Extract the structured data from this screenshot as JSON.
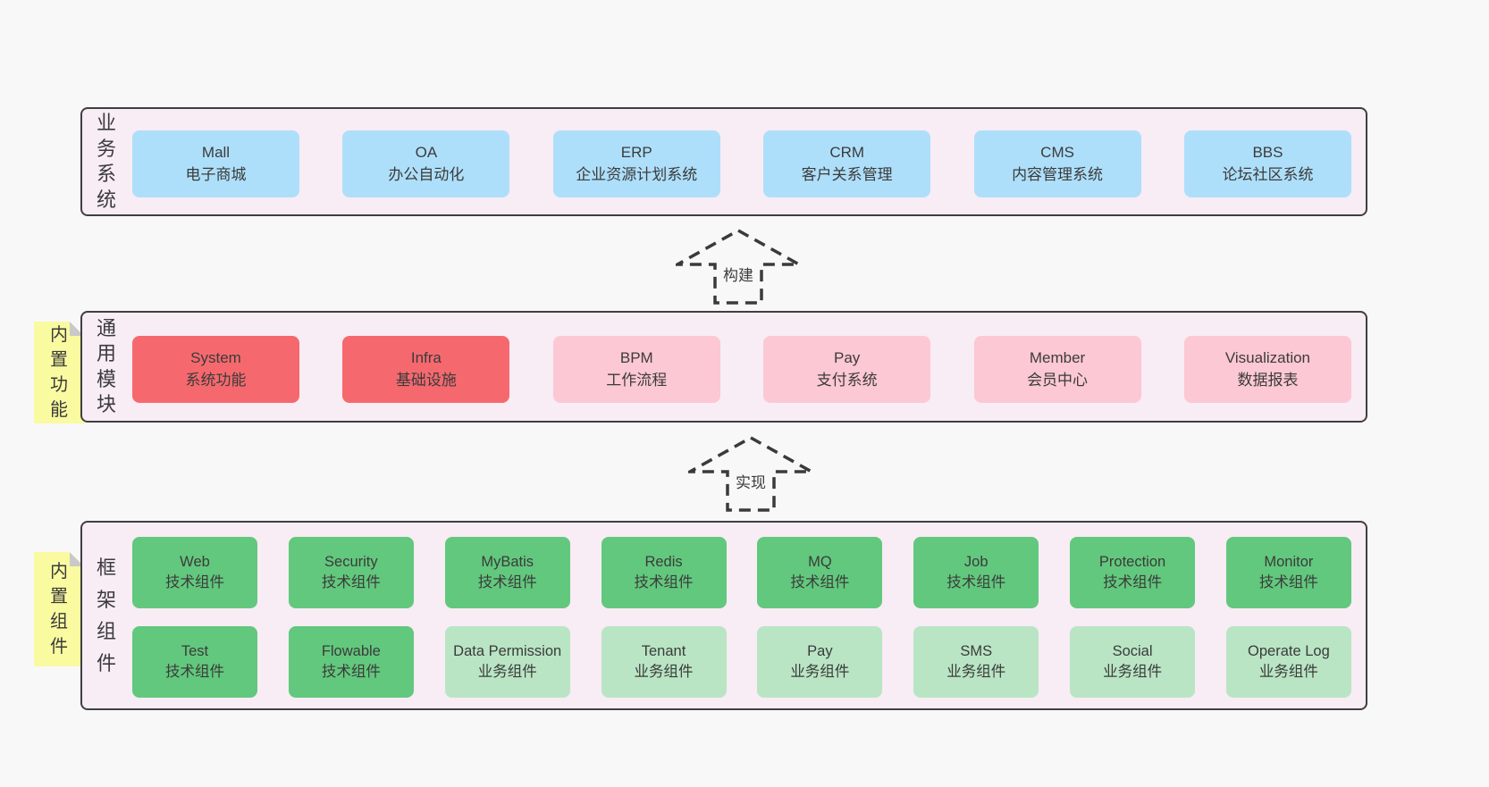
{
  "colors": {
    "page-bg": "#f8f8f8",
    "panel-bg": "#f8ecf5",
    "panel-border": "#3f3f3f",
    "text": "#3b3b3b",
    "blue": "#aedffa",
    "red": "#f5696e",
    "pink": "#fcc8d3",
    "green": "#62c87d",
    "green-light": "#b9e5c4",
    "note-yellow": "#fafaa0",
    "note-fold": "#c9c9c9"
  },
  "panels": {
    "business": {
      "label": "业务系统",
      "items": [
        {
          "en": "Mall",
          "zh": "电子商城",
          "variant": "blue"
        },
        {
          "en": "OA",
          "zh": "办公自动化",
          "variant": "blue"
        },
        {
          "en": "ERP",
          "zh": "企业资源计划系统",
          "variant": "blue"
        },
        {
          "en": "CRM",
          "zh": "客户关系管理",
          "variant": "blue"
        },
        {
          "en": "CMS",
          "zh": "内容管理系统",
          "variant": "blue"
        },
        {
          "en": "BBS",
          "zh": "论坛社区系统",
          "variant": "blue"
        }
      ]
    },
    "modules": {
      "label": "通用模块",
      "note": "内置功能",
      "items": [
        {
          "en": "System",
          "zh": "系统功能",
          "variant": "red"
        },
        {
          "en": "Infra",
          "zh": "基础设施",
          "variant": "red"
        },
        {
          "en": "BPM",
          "zh": "工作流程",
          "variant": "pink"
        },
        {
          "en": "Pay",
          "zh": "支付系统",
          "variant": "pink"
        },
        {
          "en": "Member",
          "zh": "会员中心",
          "variant": "pink"
        },
        {
          "en": "Visualization",
          "zh": "数据报表",
          "variant": "pink"
        }
      ]
    },
    "framework": {
      "label": "框架组件",
      "note": "内置组件",
      "row1": [
        {
          "en": "Web",
          "zh": "技术组件",
          "variant": "green"
        },
        {
          "en": "Security",
          "zh": "技术组件",
          "variant": "green"
        },
        {
          "en": "MyBatis",
          "zh": "技术组件",
          "variant": "green"
        },
        {
          "en": "Redis",
          "zh": "技术组件",
          "variant": "green"
        },
        {
          "en": "MQ",
          "zh": "技术组件",
          "variant": "green"
        },
        {
          "en": "Job",
          "zh": "技术组件",
          "variant": "green"
        },
        {
          "en": "Protection",
          "zh": "技术组件",
          "variant": "green"
        },
        {
          "en": "Monitor",
          "zh": "技术组件",
          "variant": "green"
        }
      ],
      "row2": [
        {
          "en": "Test",
          "zh": "技术组件",
          "variant": "green"
        },
        {
          "en": "Flowable",
          "zh": "技术组件",
          "variant": "green"
        },
        {
          "en": "Data Permission",
          "zh": "业务组件",
          "variant": "green-light"
        },
        {
          "en": "Tenant",
          "zh": "业务组件",
          "variant": "green-light"
        },
        {
          "en": "Pay",
          "zh": "业务组件",
          "variant": "green-light"
        },
        {
          "en": "SMS",
          "zh": "业务组件",
          "variant": "green-light"
        },
        {
          "en": "Social",
          "zh": "业务组件",
          "variant": "green-light"
        },
        {
          "en": "Operate Log",
          "zh": "业务组件",
          "variant": "green-light"
        }
      ]
    }
  },
  "arrows": {
    "build": {
      "label": "构建"
    },
    "implement": {
      "label": "实现"
    }
  }
}
